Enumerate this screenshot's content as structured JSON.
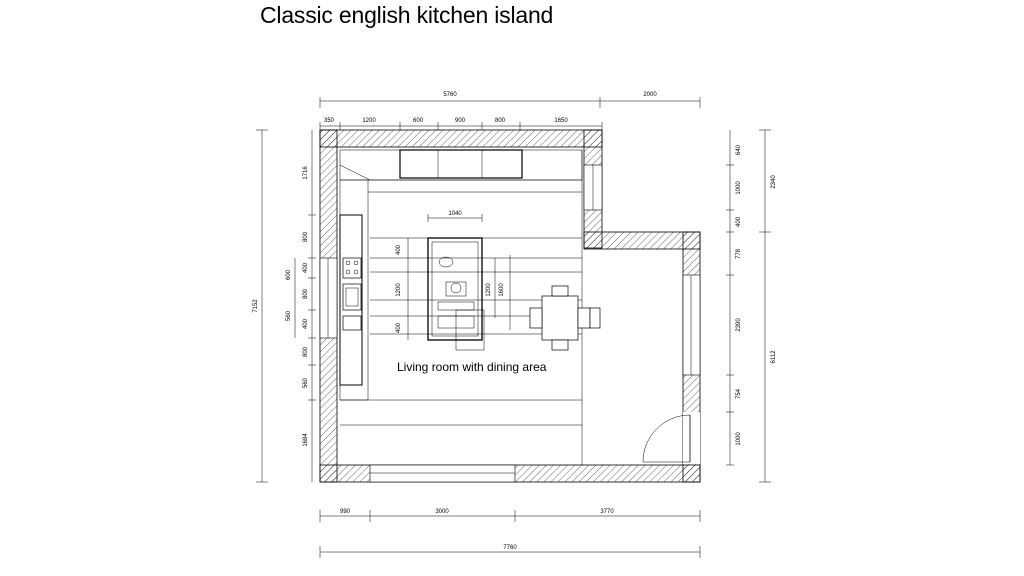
{
  "title": "Classic english kitchen island",
  "room_label": "Living room with dining area",
  "dimensions": {
    "top_total": "5760",
    "top_right": "2000",
    "top_350": "350",
    "top_1200": "1200",
    "top_600": "600",
    "top_900": "900",
    "top_800": "800",
    "top_1650": "1650",
    "island_width": "1040",
    "island_400a": "400",
    "island_1200a": "1200",
    "island_400b": "400",
    "island_1200b": "1200",
    "island_1600": "1600",
    "left_total": "7152",
    "left_1716": "1716",
    "left_800a": "800",
    "left_400a": "400",
    "left_600": "600",
    "left_800b": "800",
    "left_560": "560",
    "left_400b": "400",
    "left_800c": "800",
    "left_560b": "560",
    "left_1684": "1684",
    "right_640": "640",
    "right_1000a": "1000",
    "right_400": "400",
    "right_778": "778",
    "right_2390": "2390",
    "right_754": "754",
    "right_1000b": "1000",
    "right_2340": "2340",
    "right_6112": "6112",
    "bottom_990": "990",
    "bottom_3000": "3000",
    "bottom_3770": "3770",
    "bottom_total": "7760"
  }
}
